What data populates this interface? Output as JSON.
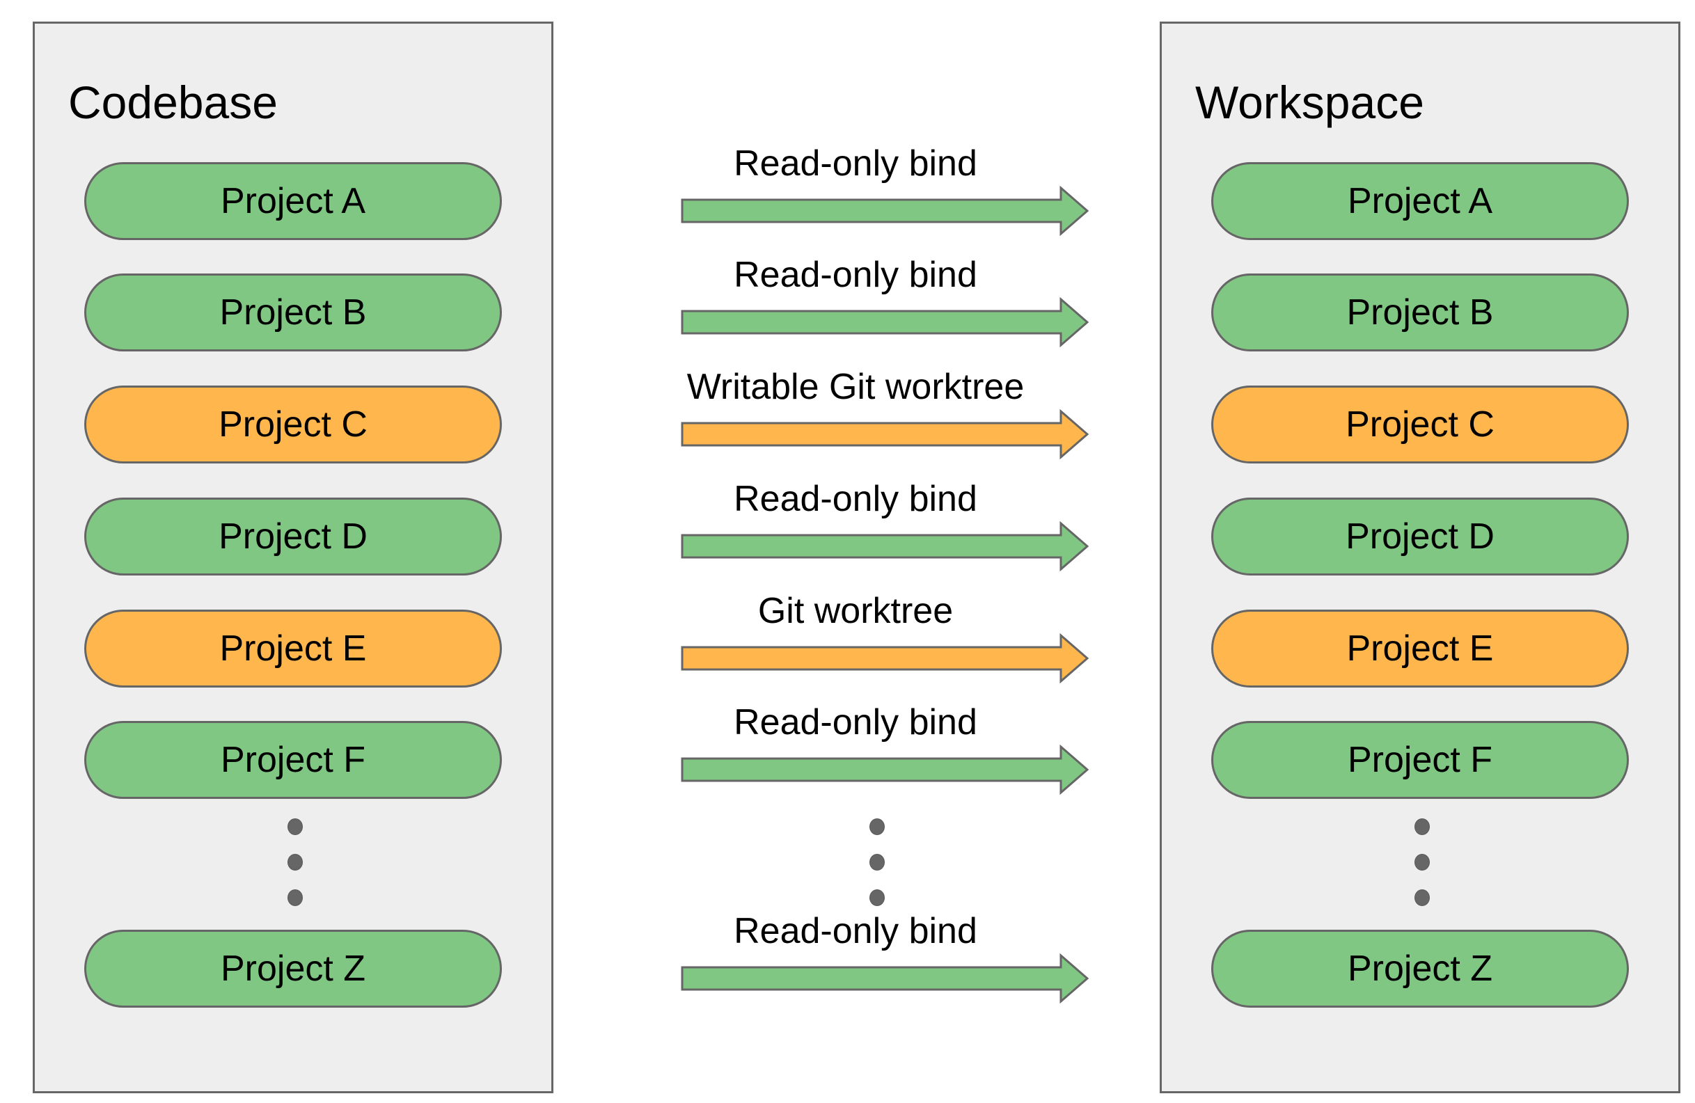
{
  "palette": {
    "green": "#81c784",
    "orange": "#ffb74d",
    "stroke": "#666666",
    "panel_bg": "#eeeeee",
    "panel_border": "#666666",
    "dot": "#666666",
    "text": "#000000",
    "canvas_bg": "#ffffff"
  },
  "left_panel": {
    "title": "Codebase"
  },
  "right_panel": {
    "title": "Workspace"
  },
  "rows": [
    {
      "left": "Project A",
      "arrow_label": "Read-only bind",
      "right": "Project A",
      "color": "green"
    },
    {
      "left": "Project B",
      "arrow_label": "Read-only bind",
      "right": "Project B",
      "color": "green"
    },
    {
      "left": "Project C",
      "arrow_label": "Writable Git worktree",
      "right": "Project C",
      "color": "orange"
    },
    {
      "left": "Project D",
      "arrow_label": "Read-only bind",
      "right": "Project D",
      "color": "green"
    },
    {
      "left": "Project E",
      "arrow_label": "Git worktree",
      "right": "Project E",
      "color": "orange"
    },
    {
      "left": "Project F",
      "arrow_label": "Read-only bind",
      "right": "Project F",
      "color": "green"
    },
    {
      "left": "Project Z",
      "arrow_label": "Read-only bind",
      "right": "Project Z",
      "color": "green"
    }
  ],
  "ellipsis": {
    "columns": 3,
    "dots_per_column": 3
  }
}
